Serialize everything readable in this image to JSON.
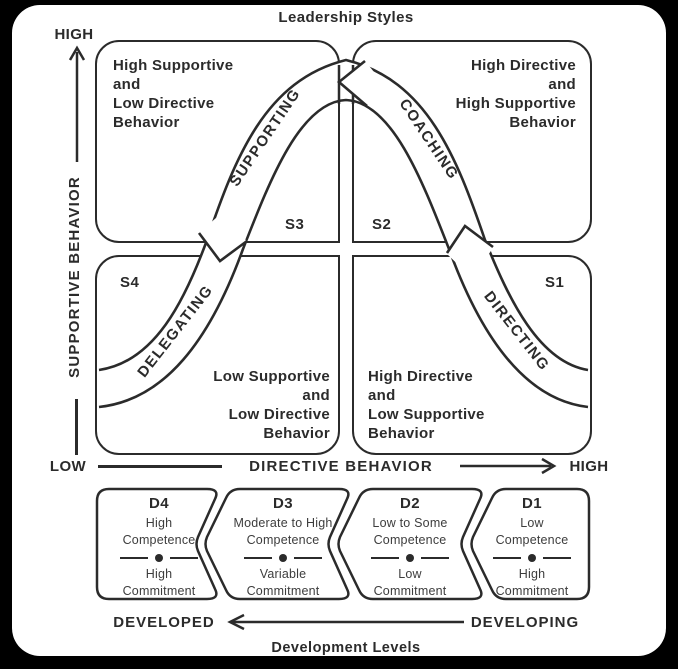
{
  "title": "Leadership Styles",
  "y_axis": {
    "high_label": "HIGH",
    "label": "SUPPORTIVE BEHAVIOR"
  },
  "x_axis": {
    "low_label": "LOW",
    "label": "DIRECTIVE BEHAVIOR",
    "high_label": "HIGH"
  },
  "quadrants": {
    "s3": {
      "code": "S3",
      "style": "SUPPORTING",
      "lines": [
        "High Supportive",
        "and",
        "Low Directive",
        "Behavior"
      ]
    },
    "s2": {
      "code": "S2",
      "style": "COACHING",
      "lines": [
        "High Directive",
        "and",
        "High Supportive",
        "Behavior"
      ]
    },
    "s4": {
      "code": "S4",
      "style": "DELEGATING",
      "lines": [
        "Low Supportive",
        "and",
        "Low Directive",
        "Behavior"
      ]
    },
    "s1": {
      "code": "S1",
      "style": "DIRECTING",
      "lines": [
        "High Directive",
        "and",
        "Low Supportive",
        "Behavior"
      ]
    }
  },
  "development": {
    "heading": "Development Levels",
    "developed_label": "DEVELOPED",
    "developing_label": "DEVELOPING",
    "levels": {
      "d4": {
        "code": "D4",
        "competence": [
          "High",
          "Competence"
        ],
        "commitment": [
          "High",
          "Commitment"
        ]
      },
      "d3": {
        "code": "D3",
        "competence": [
          "Moderate to High",
          "Competence"
        ],
        "commitment": [
          "Variable",
          "Commitment"
        ]
      },
      "d2": {
        "code": "D2",
        "competence": [
          "Low to Some",
          "Competence"
        ],
        "commitment": [
          "Low",
          "Commitment"
        ]
      },
      "d1": {
        "code": "D1",
        "competence": [
          "Low",
          "Competence"
        ],
        "commitment": [
          "High",
          "Commitment"
        ]
      }
    }
  },
  "colors": {
    "ink": "#2b2b2b",
    "panel": "#ffffff",
    "frame": "#000000"
  }
}
